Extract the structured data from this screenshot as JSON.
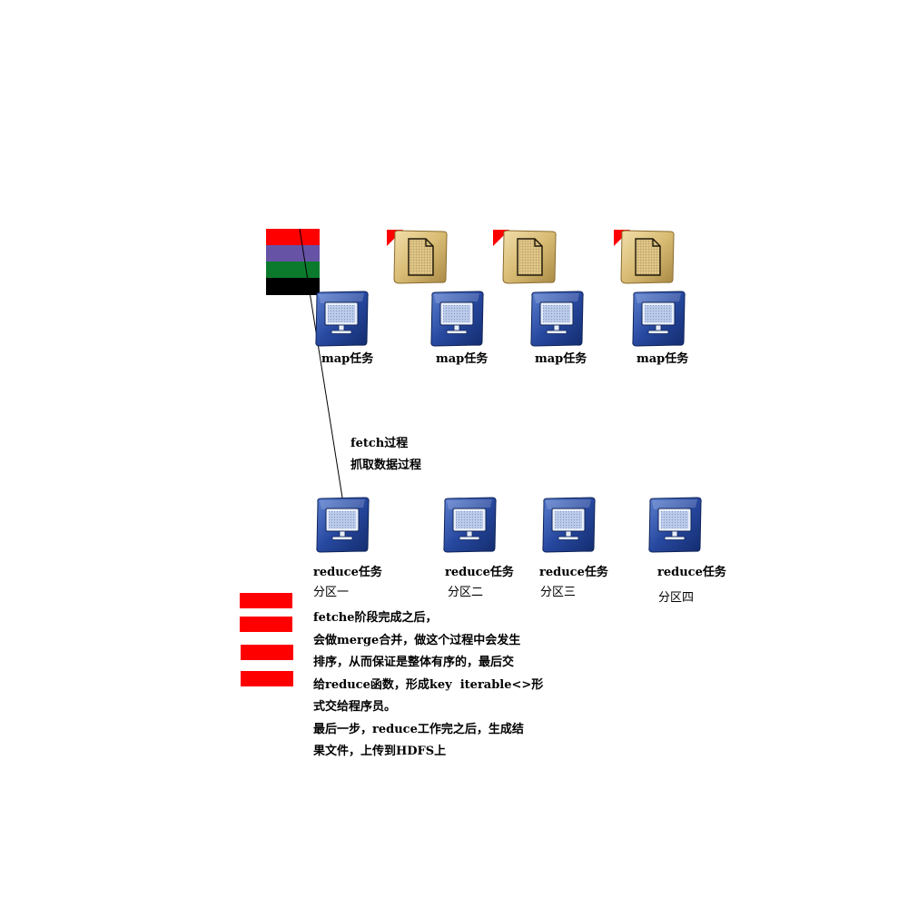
{
  "map_tasks": [
    {
      "label": "map任务"
    },
    {
      "label": "map任务"
    },
    {
      "label": "map任务"
    },
    {
      "label": "map任务"
    }
  ],
  "fetch_note": {
    "line1": "fetch过程",
    "line2": "抓取数据过程"
  },
  "reduce_tasks": [
    {
      "label": "reduce任务",
      "partition": "分区一"
    },
    {
      "label": "reduce任务",
      "partition": "分区二"
    },
    {
      "label": "reduce任务",
      "partition": "分区三"
    },
    {
      "label": "reduce任务",
      "partition": "分区四"
    }
  ],
  "description": [
    "fetche阶段完成之后，",
    "会做merge合并，做这个过程中会发生",
    "排序，从而保证是整体有序的，最后交",
    "给reduce函数，形成key  iterable<>形",
    "式交给程序员。",
    "最后一步，reduce工作完之后，生成结",
    "果文件，上传到HDFS上"
  ],
  "colors": {
    "accent_red": "#ff0000",
    "stack_purple": "#6653a6",
    "stack_green": "#0c7a2c",
    "stack_black": "#000000",
    "monitor_blue": "#2a4fa8",
    "document_gold": "#d9bf7a"
  },
  "icons": [
    "stacked-blocks-icon",
    "document-icon",
    "monitor-icon"
  ]
}
